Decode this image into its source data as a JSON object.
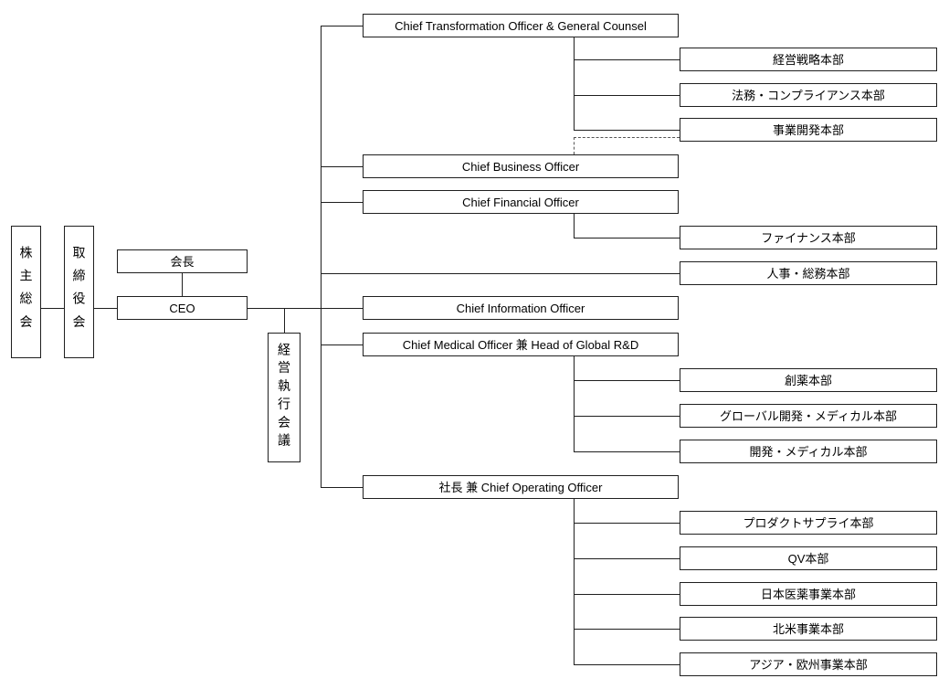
{
  "colors": {
    "line": "#1f1f1f",
    "dashed_line": "#555555",
    "background": "#ffffff",
    "text": "#000000"
  },
  "nodes": {
    "shareholders_meeting": {
      "label": "株主総会",
      "orientation": "vertical"
    },
    "board_of_directors": {
      "label": "取締役会",
      "orientation": "vertical"
    },
    "chairman": {
      "label": "会長"
    },
    "ceo": {
      "label": "CEO"
    },
    "management_executive_committee": {
      "label": "経営執行会議",
      "orientation": "vertical"
    },
    "cto_general_counsel": {
      "label": "Chief Transformation Officer & General Counsel"
    },
    "corporate_strategy": {
      "label": "経営戦略本部"
    },
    "legal_compliance": {
      "label": "法務・コンプライアンス本部"
    },
    "business_development": {
      "label": "事業開発本部"
    },
    "chief_business_officer": {
      "label": "Chief Business Officer"
    },
    "chief_financial_officer": {
      "label": "Chief Financial Officer"
    },
    "finance_division": {
      "label": "ファイナンス本部"
    },
    "hr_general_affairs": {
      "label": "人事・総務本部"
    },
    "chief_information_officer": {
      "label": "Chief Information Officer"
    },
    "chief_medical_officer": {
      "label": "Chief Medical Officer 兼 Head of Global R&D"
    },
    "drug_discovery": {
      "label": "創薬本部"
    },
    "global_dev_medical": {
      "label": "グローバル開発・メディカル本部"
    },
    "dev_medical": {
      "label": "開発・メディカル本部"
    },
    "president_coo": {
      "label": "社長 兼 Chief Operating Officer"
    },
    "product_supply": {
      "label": "プロダクトサプライ本部"
    },
    "qv_division": {
      "label": "QV本部"
    },
    "japan_pharma_business": {
      "label": "日本医薬事業本部"
    },
    "north_america_business": {
      "label": "北米事業本部"
    },
    "asia_europe_business": {
      "label": "アジア・欧州事業本部"
    }
  },
  "edges": [
    {
      "from": "shareholders_meeting",
      "to": "board_of_directors",
      "style": "solid"
    },
    {
      "from": "board_of_directors",
      "to": "ceo",
      "style": "solid"
    },
    {
      "from": "chairman",
      "to": "ceo",
      "style": "solid"
    },
    {
      "from": "ceo",
      "to": "management_executive_committee",
      "style": "solid"
    },
    {
      "from": "ceo",
      "to": "cto_general_counsel",
      "style": "solid"
    },
    {
      "from": "ceo",
      "to": "chief_business_officer",
      "style": "solid"
    },
    {
      "from": "ceo",
      "to": "chief_financial_officer",
      "style": "solid"
    },
    {
      "from": "ceo",
      "to": "hr_general_affairs",
      "style": "solid"
    },
    {
      "from": "ceo",
      "to": "chief_information_officer",
      "style": "solid"
    },
    {
      "from": "ceo",
      "to": "chief_medical_officer",
      "style": "solid"
    },
    {
      "from": "ceo",
      "to": "president_coo",
      "style": "solid"
    },
    {
      "from": "cto_general_counsel",
      "to": "corporate_strategy",
      "style": "solid"
    },
    {
      "from": "cto_general_counsel",
      "to": "legal_compliance",
      "style": "solid"
    },
    {
      "from": "cto_general_counsel",
      "to": "business_development",
      "style": "solid"
    },
    {
      "from": "chief_business_officer",
      "to": "business_development",
      "style": "dashed"
    },
    {
      "from": "chief_financial_officer",
      "to": "finance_division",
      "style": "solid"
    },
    {
      "from": "chief_medical_officer",
      "to": "drug_discovery",
      "style": "solid"
    },
    {
      "from": "chief_medical_officer",
      "to": "global_dev_medical",
      "style": "solid"
    },
    {
      "from": "chief_medical_officer",
      "to": "dev_medical",
      "style": "solid"
    },
    {
      "from": "president_coo",
      "to": "product_supply",
      "style": "solid"
    },
    {
      "from": "president_coo",
      "to": "qv_division",
      "style": "solid"
    },
    {
      "from": "president_coo",
      "to": "japan_pharma_business",
      "style": "solid"
    },
    {
      "from": "president_coo",
      "to": "north_america_business",
      "style": "solid"
    },
    {
      "from": "president_coo",
      "to": "asia_europe_business",
      "style": "solid"
    }
  ]
}
